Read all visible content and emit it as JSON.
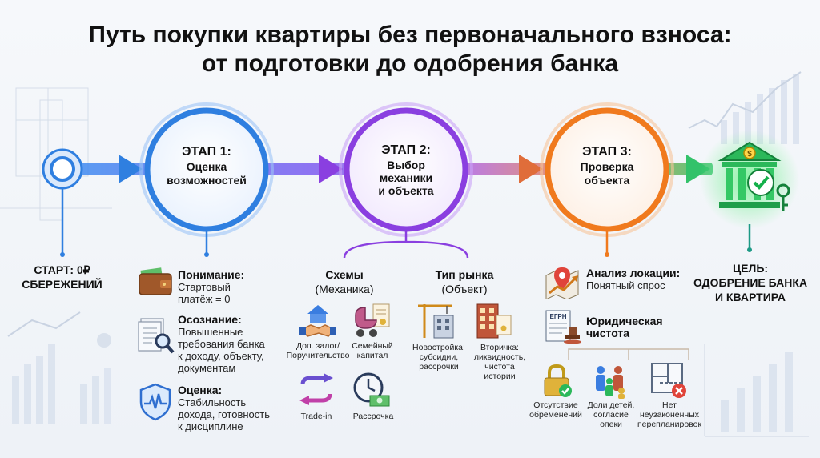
{
  "title": {
    "line1": "Путь покупки квартиры без первоначального взноса:",
    "line2": "от подготовки до одобрения банка"
  },
  "start": {
    "line1": "СТАРТ: 0₽",
    "line2": "СБЕРЕЖЕНИЙ"
  },
  "goal": {
    "line1": "ЦЕЛЬ:",
    "line2": "ОДОБРЕНИЕ БАНКА",
    "line3": "И КВАРТИРА"
  },
  "stages": [
    {
      "label": "ЭТАП 1:",
      "line1": "Оценка",
      "line2": "возможностей",
      "line3": "",
      "color": "#2f7fe0"
    },
    {
      "label": "ЭТАП 2:",
      "line1": "Выбор",
      "line2": "механики",
      "line3": "и объекта",
      "color": "#8a3fe0"
    },
    {
      "label": "ЭТАП 3:",
      "line1": "Проверка",
      "line2": "объекта",
      "line3": "",
      "color": "#f07a1e"
    }
  ],
  "stage1_items": [
    {
      "title": "Понимание:",
      "l1": "Стартовый",
      "l2": "платёж = 0",
      "l3": "",
      "l4": "",
      "icon": "wallet-icon"
    },
    {
      "title": "Осознание:",
      "l1": "Повышенные",
      "l2": "требования банка",
      "l3": "к доходу, объекту,",
      "l4": "документам",
      "icon": "documents-magnifier-icon"
    },
    {
      "title": "Оценка:",
      "l1": "Стабильность",
      "l2": "дохода, готовность",
      "l3": "к дисциплине",
      "l4": "",
      "icon": "shield-pulse-icon"
    }
  ],
  "stage2": {
    "schemes": {
      "title": "Схемы",
      "subtitle": "(Механика)"
    },
    "market": {
      "title": "Тип рынка",
      "subtitle": "(Объект)"
    },
    "scheme_items": [
      {
        "l1": "Доп. залог/",
        "l2": "Поручительство",
        "icon": "handshake-house-icon"
      },
      {
        "l1": "Семейный",
        "l2": "капитал",
        "icon": "stroller-certificate-icon"
      },
      {
        "l1": "Trade-in",
        "l2": "",
        "icon": "swap-arrows-icon"
      },
      {
        "l1": "Рассрочка",
        "l2": "",
        "icon": "clock-money-icon"
      }
    ],
    "market_items": [
      {
        "l1": "Новостройка:",
        "l2": "субсидии,",
        "l3": "рассрочки",
        "l4": "",
        "icon": "crane-building-icon"
      },
      {
        "l1": "Вторичка:",
        "l2": "ликвидность,",
        "l3": "чистота",
        "l4": "истории",
        "icon": "apartment-building-icon"
      }
    ]
  },
  "stage3": {
    "location": {
      "title": "Анализ локации:",
      "text": "Понятный спрос",
      "icon": "map-pin-growth-icon"
    },
    "legal": {
      "l1": "Юридическая",
      "l2": "чистота",
      "icon": "egrn-stamp-icon",
      "egrn": "ЕГРН"
    },
    "checks": [
      {
        "l1": "Отсутствие",
        "l2": "обременений",
        "l3": "",
        "icon": "lock-check-icon"
      },
      {
        "l1": "Доли детей,",
        "l2": "согласие",
        "l3": "опеки",
        "icon": "family-icon"
      },
      {
        "l1": "Нет",
        "l2": "неузаконенных",
        "l3": "перепланировок",
        "icon": "floorplan-cross-icon"
      }
    ]
  }
}
